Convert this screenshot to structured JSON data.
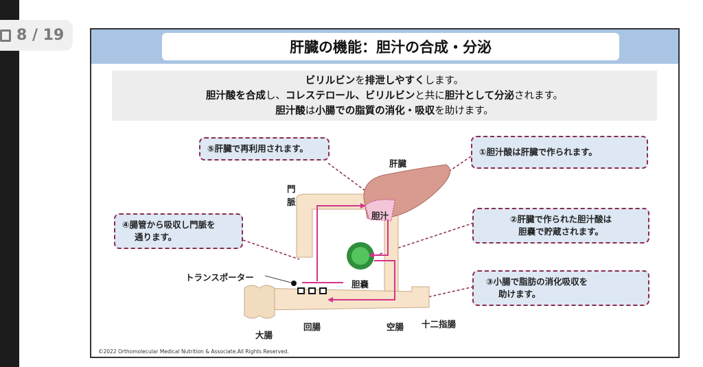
{
  "viewer": {
    "page_indicator": "8 / 19"
  },
  "slide": {
    "title": "肝臓の機能：胆汁の合成・分泌",
    "intro": [
      [
        {
          "t": "ビリルビン",
          "b": true
        },
        {
          "t": "を",
          "b": false
        },
        {
          "t": "排泄しやすく",
          "b": true
        },
        {
          "t": "します。",
          "b": false
        }
      ],
      [
        {
          "t": "胆汁酸を合成",
          "b": true
        },
        {
          "t": "し、",
          "b": false
        },
        {
          "t": "コレステロール、ビリルビン",
          "b": true
        },
        {
          "t": "と共に",
          "b": false
        },
        {
          "t": "胆汁として分泌",
          "b": true
        },
        {
          "t": "されます。",
          "b": false
        }
      ],
      [
        {
          "t": "胆汁酸",
          "b": true
        },
        {
          "t": "は",
          "b": false
        },
        {
          "t": "小腸での脂質の消化・吸収",
          "b": true
        },
        {
          "t": "を助けます。",
          "b": false
        }
      ]
    ],
    "callouts": {
      "c1": "①胆汁酸は肝臓で作られます。",
      "c2a": "②肝臓で作られた胆汁酸は",
      "c2b": "胆嚢で貯蔵されます。",
      "c3a": "③小腸で脂肪の消化吸収を",
      "c3b": "助けます。",
      "c4a": "④腸管から吸収し門脈を",
      "c4b": "通ります。",
      "c5": "⑤肝臓で再利用されます。"
    },
    "labels": {
      "liver": "肝臓",
      "bile": "胆汁",
      "portal_a": "門",
      "portal_b": "脈",
      "gallbladder": "胆嚢",
      "transporter": "トランスポーター",
      "ileum": "回腸",
      "jejunum": "空腸",
      "duodenum": "十二指腸",
      "colon": "大腸"
    },
    "copyright": "©2022 Orthomolecular Medical Nutrition & Associate.All Rights Reserved.",
    "colors": {
      "band": "#a9c5e3",
      "callout_fill": "#dde8f4",
      "callout_border": "#8a2a4a",
      "vessel": "#f7e3c9",
      "arrow": "#d4338a",
      "liver": "#d99a8f",
      "gallbladder": "#3fae49"
    }
  }
}
